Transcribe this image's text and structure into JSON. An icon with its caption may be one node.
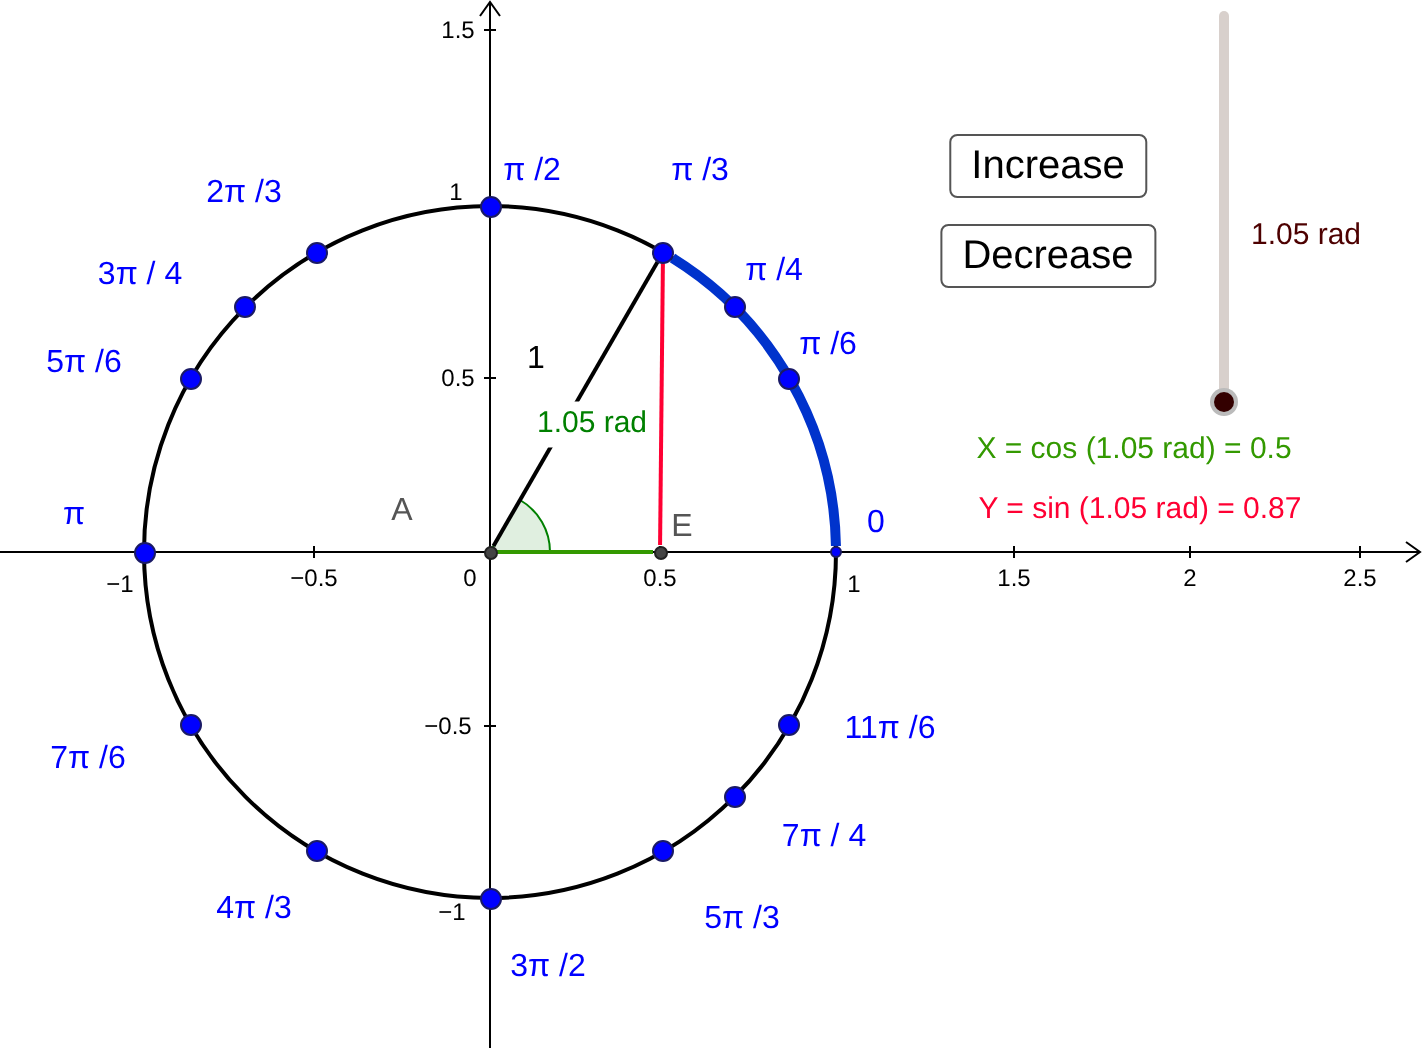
{
  "diagram": {
    "nodes": [
      {
        "text": [],
        "shape": "circle",
        "beside": [
          "0"
        ]
      },
      {
        "text": [],
        "shape": "circle",
        "beside": [
          "π /6"
        ]
      },
      {
        "text": [],
        "shape": "circle",
        "beside": [
          "π /4"
        ]
      },
      {
        "text": [],
        "shape": "circle",
        "beside": [
          "π /3"
        ]
      },
      {
        "text": [],
        "shape": "circle",
        "beside": [
          "π /2"
        ]
      },
      {
        "text": [],
        "shape": "circle",
        "beside": [
          "2π /3"
        ]
      },
      {
        "text": [],
        "shape": "circle",
        "beside": [
          "3π / 4"
        ]
      },
      {
        "text": [],
        "shape": "circle",
        "beside": [
          "5π /6"
        ]
      },
      {
        "text": [],
        "shape": "circle",
        "beside": [
          "π"
        ]
      },
      {
        "text": [],
        "shape": "circle",
        "beside": [
          "7π /6"
        ]
      },
      {
        "text": [],
        "shape": "circle",
        "beside": [
          "4π /3"
        ]
      },
      {
        "text": [],
        "shape": "circle",
        "beside": [
          "3π /2"
        ]
      },
      {
        "text": [],
        "shape": "circle",
        "beside": [
          "5π /3"
        ]
      },
      {
        "text": [],
        "shape": "circle",
        "beside": [
          "7π / 4"
        ]
      },
      {
        "text": [],
        "shape": "circle",
        "beside": [
          "11π /6"
        ]
      },
      {
        "text": [],
        "shape": "circle"
      },
      {
        "text": [],
        "shape": "circle",
        "beside": [
          "E"
        ]
      }
    ],
    "edges": [
      {
        "from": 15,
        "to": 3,
        "arrow": "none",
        "label": "1"
      },
      {
        "from": 3,
        "to": 16,
        "arrow": "none",
        "color": "#ff0033"
      },
      {
        "from": 15,
        "to": 16,
        "arrow": "none",
        "color": "#339900"
      },
      {
        "from": 0,
        "to": 3,
        "arrow": "none",
        "style": "thick",
        "color": "#0033cc"
      }
    ],
    "labels": [
      "1.5",
      "1",
      "0.5",
      "−0.5",
      "−1",
      "−1",
      "−0.5",
      "0",
      "0.5",
      "1",
      "1.5",
      "2",
      "2.5",
      "A",
      "1.05 rad",
      "X = cos (1.05 rad) = 0.5",
      "Y = sin (1.05 rad) = 0.87",
      "Increase",
      "Decrease",
      "1.05 rad"
    ]
  }
}
